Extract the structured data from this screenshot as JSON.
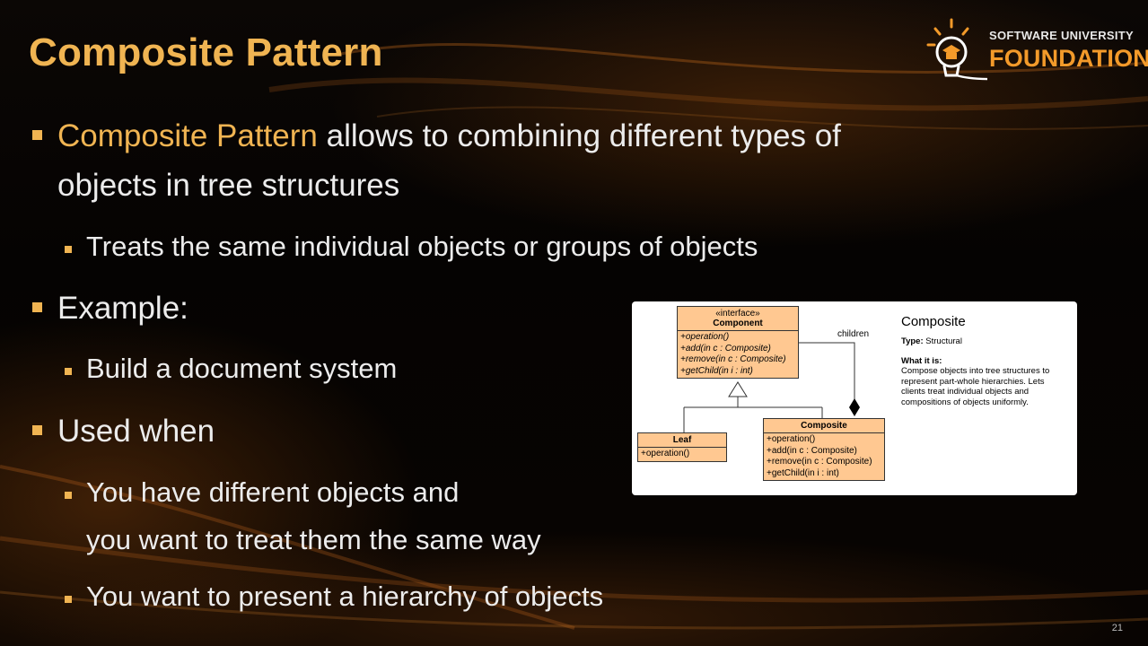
{
  "slide": {
    "title": "Composite Pattern",
    "page_number": "21"
  },
  "logo": {
    "line1": "SOFTWARE UNIVERSITY",
    "line2": "FOUNDATION"
  },
  "bullets": [
    {
      "highlight": "Composite Pattern",
      "text": " allows to combining different types of",
      "text2": "objects in tree structures"
    },
    {
      "text": "Treats the same individual objects or groups of objects"
    },
    {
      "text": "Example:"
    },
    {
      "text": "Build a document system"
    },
    {
      "text": "Used when"
    },
    {
      "text": "You have different objects and",
      "text2": "you want to treat them the same way"
    },
    {
      "text": "You want to present a hierarchy of objects"
    }
  ],
  "diagram": {
    "component": {
      "stereotype": "«interface»",
      "name": "Component",
      "ops": [
        "+operation()",
        "+add(in c : Composite)",
        "+remove(in c : Composite)",
        "+getChild(in i : int)"
      ]
    },
    "leaf": {
      "name": "Leaf",
      "ops": [
        "+operation()"
      ]
    },
    "composite": {
      "name": "Composite",
      "ops": [
        "+operation()",
        "+add(in c : Composite)",
        "+remove(in c : Composite)",
        "+getChild(in i : int)"
      ]
    },
    "children_label": "children",
    "info": {
      "title": "Composite",
      "type_label": "Type:",
      "type_value": "Structural",
      "what_label": "What it is:",
      "desc_lines": [
        "Compose objects into tree structures to",
        "represent part-whole hierarchies. Lets",
        "clients treat individual objects and",
        "compositions of objects uniformly."
      ]
    }
  }
}
